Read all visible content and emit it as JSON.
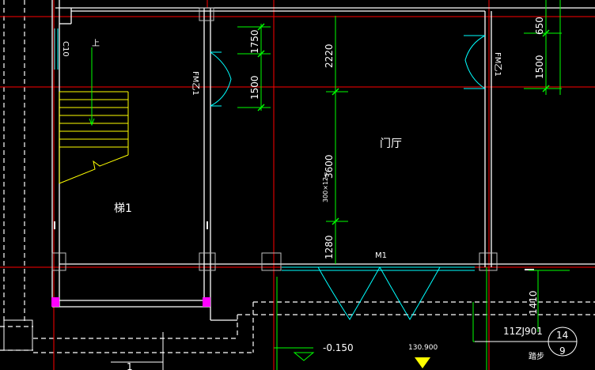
{
  "room_labels": {
    "lobby": "门厅",
    "stair": "梯1"
  },
  "door_tags": {
    "door_fm1": "FM乙1",
    "door_fm2": "FM乙1",
    "door_m1": "M1"
  },
  "window_tag": "C10",
  "stair_arrow_label": "上",
  "dimensions": {
    "d1750": "1750",
    "d1500a": "1500",
    "d2220": "2220",
    "d3600": "3600",
    "d1280": "1280",
    "d1500b": "1500",
    "d650": "650",
    "d1410": "1410",
    "stair_formula": "300×12="
  },
  "elevations": {
    "floor": "-0.150",
    "outdoor": "130.900"
  },
  "detail_ref": {
    "atlas": "11ZJ901",
    "name": "踏步",
    "number": "14",
    "sheet": "9"
  },
  "axis_label": "1",
  "colors": {
    "background": "#000000",
    "wall": "#ffffff",
    "axis": "#ff0000",
    "dimension": "#00ff00",
    "door": "#00ffff",
    "stair": "#ffff00",
    "column": "#c0c0c0",
    "marker": "#ff00ff"
  }
}
